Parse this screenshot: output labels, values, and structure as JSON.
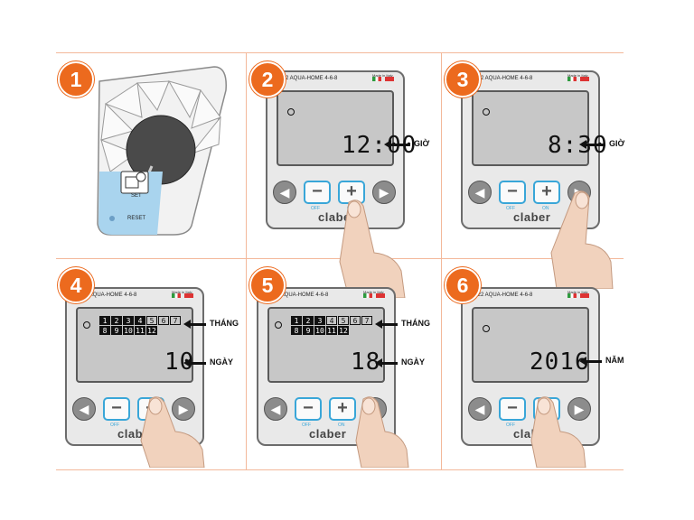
{
  "steps": [
    {
      "number": "1",
      "set_label": "SET",
      "reset_label": "RESET"
    },
    {
      "number": "2",
      "model": "8022  AQUA-HOME 4-6-8",
      "display": "12:00",
      "label": "GIỜ",
      "minus_caption": "OFF",
      "plus_caption": "ON",
      "brand": "claber"
    },
    {
      "number": "3",
      "model": "8022  AQUA-HOME 4-6-8",
      "display": "8:30",
      "label": "GIỜ",
      "minus_caption": "OFF",
      "plus_caption": "ON",
      "brand": "claber"
    },
    {
      "number": "4",
      "model": "8022  AQUA-HOME 4-6-8",
      "months": [
        "1",
        "2",
        "3",
        "4",
        "5",
        "6",
        "7",
        "8",
        "9",
        "10",
        "11",
        "12"
      ],
      "display": "10",
      "month_label": "THÁNG",
      "label": "NGÀY",
      "minus_caption": "OFF",
      "plus_caption": "ON",
      "brand": "claber"
    },
    {
      "number": "5",
      "model": "8022  AQUA-HOME 4-6-8",
      "months": [
        "1",
        "2",
        "3",
        "4",
        "5",
        "6",
        "7",
        "8",
        "9",
        "10",
        "11",
        "12"
      ],
      "display": "18",
      "month_label": "THÁNG",
      "label": "NGÀY",
      "minus_caption": "OFF",
      "plus_caption": "ON",
      "brand": "claber"
    },
    {
      "number": "6",
      "model": "8022  AQUA-HOME 4-6-8",
      "display": "2016",
      "label": "NĂM",
      "minus_caption": "OFF",
      "plus_caption": "ON",
      "brand": "claber"
    }
  ],
  "made_in": "Made in Italy",
  "colors": {
    "accent": "#ec6a1e",
    "button_blue": "#39a6d8",
    "lcd": "#c7c7c7",
    "rule": "#f3b89a"
  }
}
